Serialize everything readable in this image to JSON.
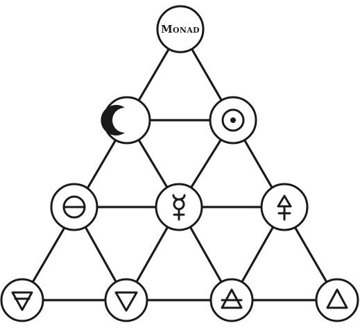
{
  "diagram": {
    "apex": {
      "label": "Monad"
    },
    "nodes": [
      {
        "id": "monad",
        "symbol": "text"
      },
      {
        "id": "moon",
        "symbol": "crescent-moon-icon"
      },
      {
        "id": "sun",
        "symbol": "sun-icon"
      },
      {
        "id": "salt",
        "symbol": "salt-icon"
      },
      {
        "id": "mercury",
        "symbol": "mercury-icon"
      },
      {
        "id": "sulfur",
        "symbol": "sulfur-icon"
      },
      {
        "id": "earth",
        "symbol": "earth-element-icon"
      },
      {
        "id": "water",
        "symbol": "water-element-icon"
      },
      {
        "id": "air",
        "symbol": "air-element-icon"
      },
      {
        "id": "fire",
        "symbol": "fire-element-icon"
      }
    ],
    "colors": {
      "ink": "#1a1a1a",
      "background": "#ffffff"
    }
  }
}
